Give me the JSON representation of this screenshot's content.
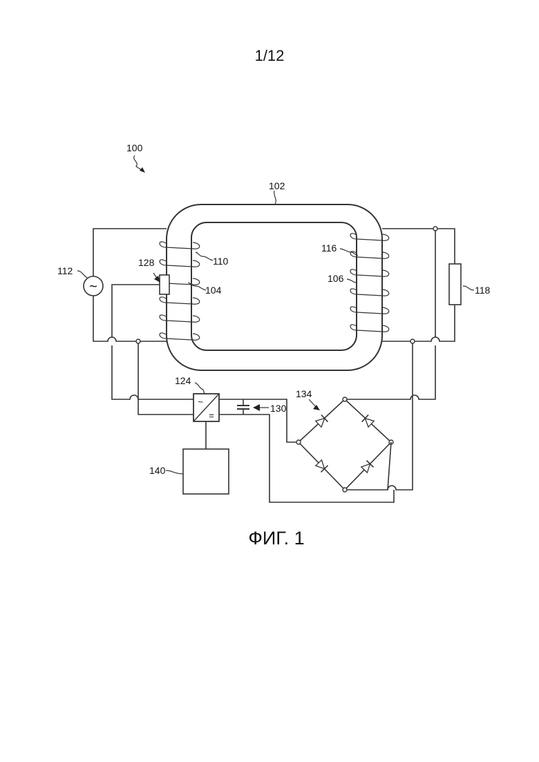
{
  "page_number": "1/12",
  "figure_caption": "ФИГ. 1",
  "labels": {
    "system": "100",
    "core": "102",
    "primary_winding": "104",
    "secondary_winding": "106",
    "primary_coil": "110",
    "ac_source": "112",
    "secondary_coil": "116",
    "load": "118",
    "converter": "124",
    "sensor": "128",
    "capacitor": "130",
    "bridge": "134",
    "unit": "140"
  },
  "symbols": {
    "ac_source_glyph": "~",
    "converter_ac_glyph": "~",
    "converter_dc_glyph": "="
  }
}
